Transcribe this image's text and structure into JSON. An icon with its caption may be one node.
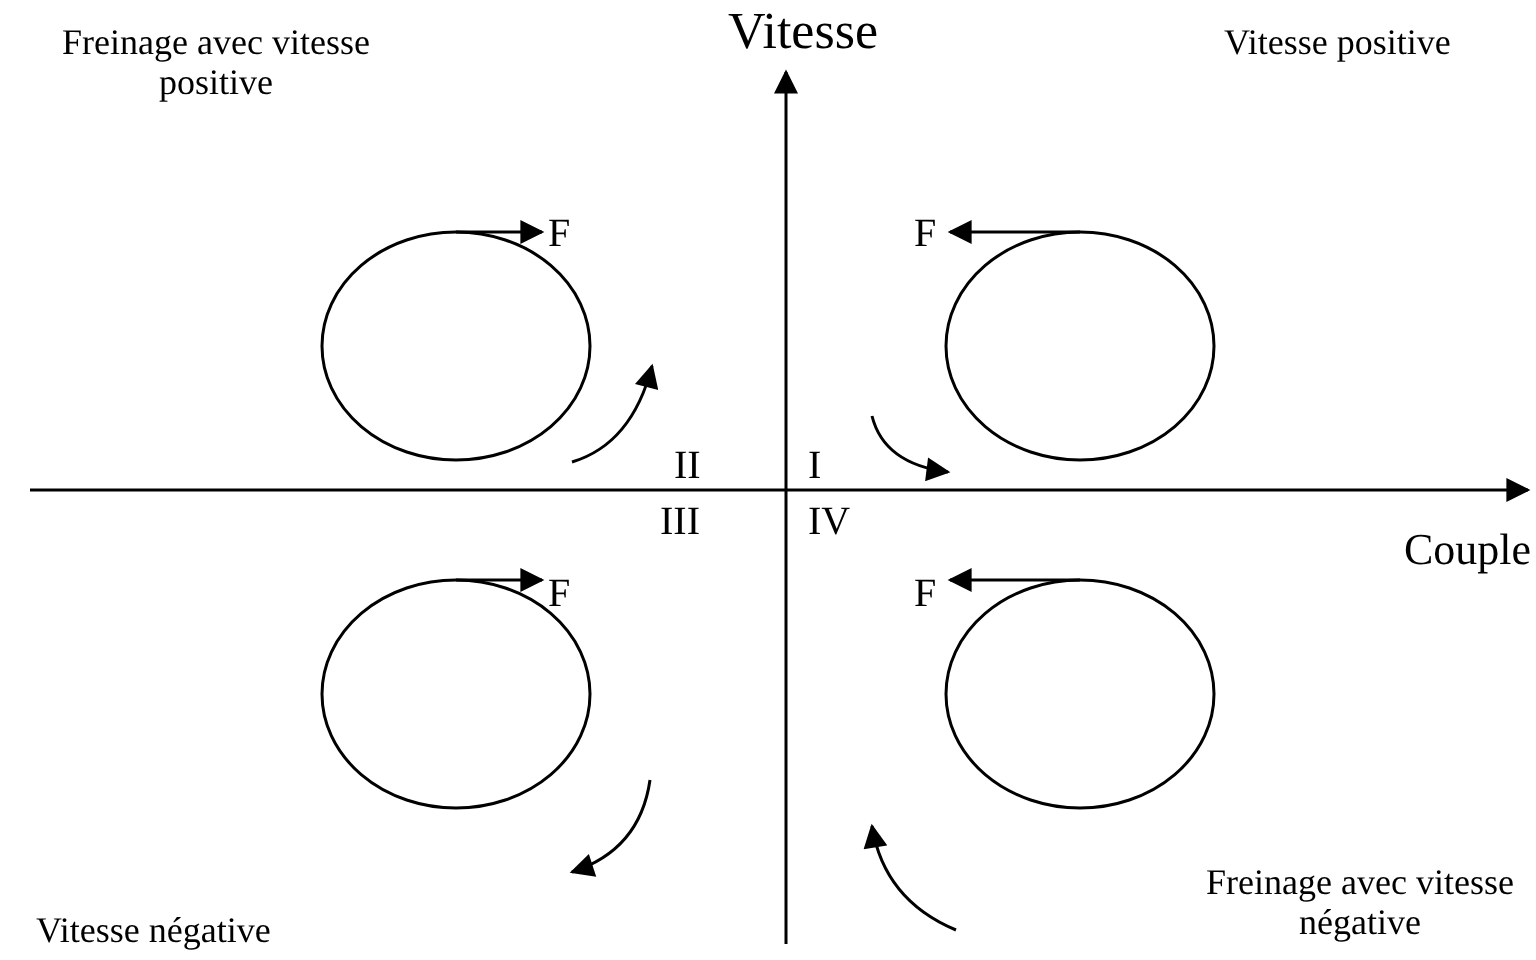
{
  "diagram": {
    "nodes": [
      {
        "text": [],
        "shape": "circle"
      },
      {
        "text": [],
        "shape": "circle"
      },
      {
        "text": [],
        "shape": "circle"
      },
      {
        "text": [],
        "shape": "circle"
      }
    ],
    "labels": [
      "Vitesse",
      "Freinage avec vitesse positive",
      "Vitesse positive",
      "F",
      "F",
      "II",
      "I",
      "III",
      "IV",
      "Couple",
      "F",
      "F",
      "Freinage avec vitesse négative",
      "Vitesse négative"
    ]
  }
}
